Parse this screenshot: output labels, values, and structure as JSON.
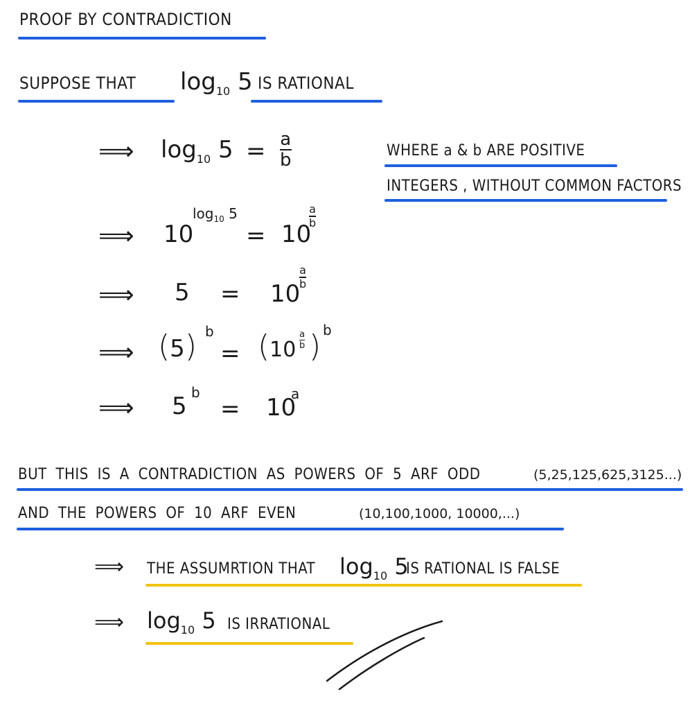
{
  "heading": "PROOF BY CONTRADICTION",
  "suppose": {
    "prefix": "SUPPOSE THAT",
    "log": "log",
    "base": "10",
    "arg": "5",
    "suffix": "IS RATIONAL"
  },
  "arrow": "⟹",
  "eq": "=",
  "step1": {
    "log": "log",
    "base": "10",
    "arg": "5",
    "num": "a",
    "den": "b"
  },
  "note": {
    "line1": "WHERE a & b ARE POSITIVE",
    "line2": "INTEGERS , WITHOUT COMMON FACTORS"
  },
  "step2": {
    "ten": "10",
    "explog": "log",
    "expbase": "10",
    "exparg": "5",
    "rhs": "10",
    "num": "a",
    "den": "b"
  },
  "step3": {
    "lhs": "5",
    "rhs": "10",
    "num": "a",
    "den": "b"
  },
  "step4": {
    "lparen": "(",
    "inner": "5",
    "rparen": ")",
    "exp": "b",
    "rhs": "10",
    "num": "a",
    "den": "b",
    "rexp": "b"
  },
  "step5": {
    "lhs": "5",
    "lexp": "b",
    "rhs": "10",
    "rexp": "a"
  },
  "contradiction": {
    "line1_text": "BUT THIS IS A CONTRADICTION AS POWERS OF 5 ARF ODD",
    "line1_list": "(5,25,125,625,3125...)",
    "line2_text": "AND THE POWERS OF 10 ARF EVEN",
    "line2_list": "(10,100,1000, 10000,...)"
  },
  "conclusion1": {
    "prefix": "THE ASSUMRTION THAT",
    "log": "log",
    "base": "10",
    "arg": "5",
    "suffix": "IS RATIONAL IS FALSE"
  },
  "conclusion2": {
    "log": "log",
    "base": "10",
    "arg": "5",
    "suffix": "IS IRRATIONAL"
  },
  "colors": {
    "blue": "#1f5fe0",
    "yellow": "#f2c20f",
    "ink": "#1a1a1a"
  }
}
